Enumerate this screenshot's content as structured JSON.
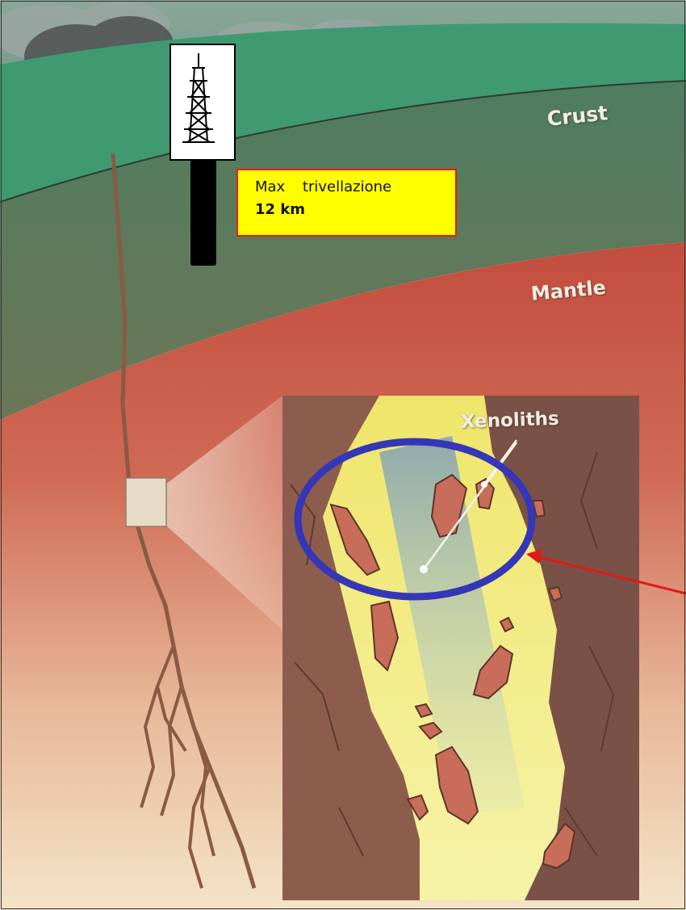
{
  "labels": {
    "crust": "Crust",
    "mantle": "Mantle",
    "xenoliths": "Xenoliths"
  },
  "drill_note": {
    "line1": "Max trivellazione",
    "line2": "12 km"
  },
  "icons": {
    "drilling_rig": "oil-derrick-icon"
  },
  "colors": {
    "sky": "#6f8a78",
    "surface_green": "#3f9a72",
    "crust_band": "#5f7a5c",
    "mantle": "#c65a4a",
    "deep_mantle": "#f2e2c6",
    "vein_yellow": "#f1ec7e",
    "wallrock": "#8a5c4d",
    "highlight_ellipse": "#3536b8",
    "pointer_arrow": "#e01818",
    "note_box_fill": "#ffff00",
    "note_box_border": "#e41e1e"
  }
}
